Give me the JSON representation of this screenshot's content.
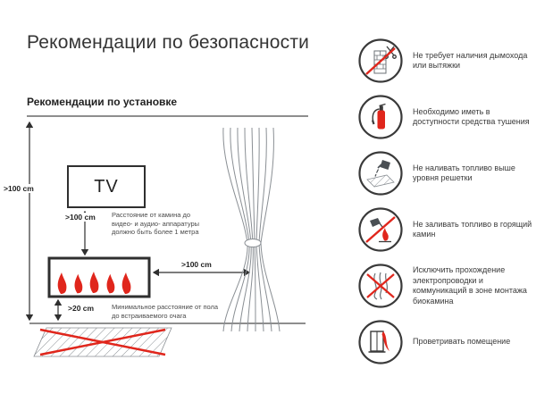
{
  "page": {
    "title": "Рекомендации по безопасности",
    "section_title": "Рекомендации по установке"
  },
  "diagram": {
    "tv_label": "TV",
    "dim_wall": ">100 cm",
    "dim_tv_to_fireplace": ">100 cm",
    "dim_fireplace_to_curtain": ">100 cm",
    "dim_floor": ">20 cm",
    "note_equipment": "Расстояние от камина до видео- и аудио- аппаратуры должно быть более 1 метра",
    "note_floor": "Минимальное расстояние от пола до встраиваемого очага"
  },
  "safety_items": [
    {
      "icon": "no-chimney-icon",
      "text": "Не требует наличия дымохода или вытяжки"
    },
    {
      "icon": "extinguisher-icon",
      "text": "Необходимо иметь в доступности средства тушения"
    },
    {
      "icon": "fuel-level-icon",
      "text": "Не наливать топливо выше уровня решетки"
    },
    {
      "icon": "no-refuel-burning-icon",
      "text": "Не заливать топливо в горящий камин"
    },
    {
      "icon": "no-wiring-icon",
      "text": "Исключить прохождение электропроводки и коммуникаций в зоне монтажа биокамина"
    },
    {
      "icon": "ventilate-icon",
      "text": "Проветривать помещение"
    }
  ],
  "colors": {
    "accent_red": "#e0261c",
    "text_dark": "#3a3a3a",
    "line_gray": "#8a8f94"
  }
}
